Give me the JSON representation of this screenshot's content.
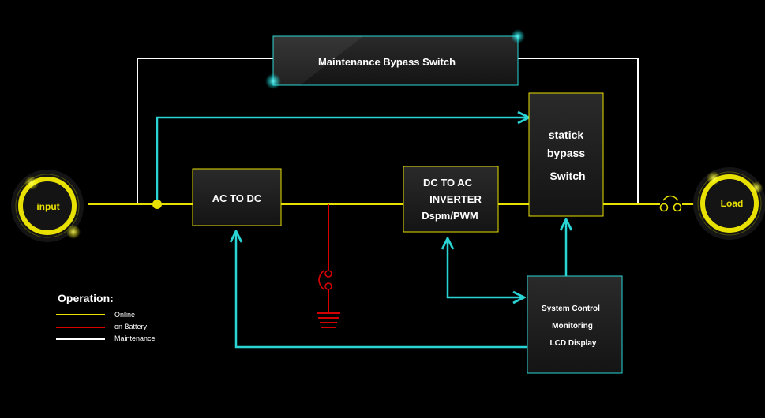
{
  "diagram": {
    "bypass_switch_label": "Maintenance Bypass Switch",
    "ac_dc_label": "AC TO DC",
    "dc_ac_lines": [
      "DC TO AC",
      "INVERTER",
      "Dspm/PWM"
    ],
    "static_bypass_lines": [
      "statick",
      "bypass",
      "Switch"
    ],
    "control_lines": [
      "System Control",
      "Monitoring",
      "LCD Display"
    ],
    "input_label": "input",
    "load_label": "Load"
  },
  "legend": {
    "title": "Operation:",
    "items": [
      {
        "label": "Online",
        "color": "#e8e000"
      },
      {
        "label": "on Battery",
        "color": "#d40000"
      },
      {
        "label": "Maintenance",
        "color": "#ffffff"
      }
    ]
  },
  "colors": {
    "online": "#e8e000",
    "battery": "#d40000",
    "maintenance": "#ffffff",
    "signal": "#2ad4d4",
    "box_fill": "#1c1c1c",
    "background": "#000000"
  }
}
